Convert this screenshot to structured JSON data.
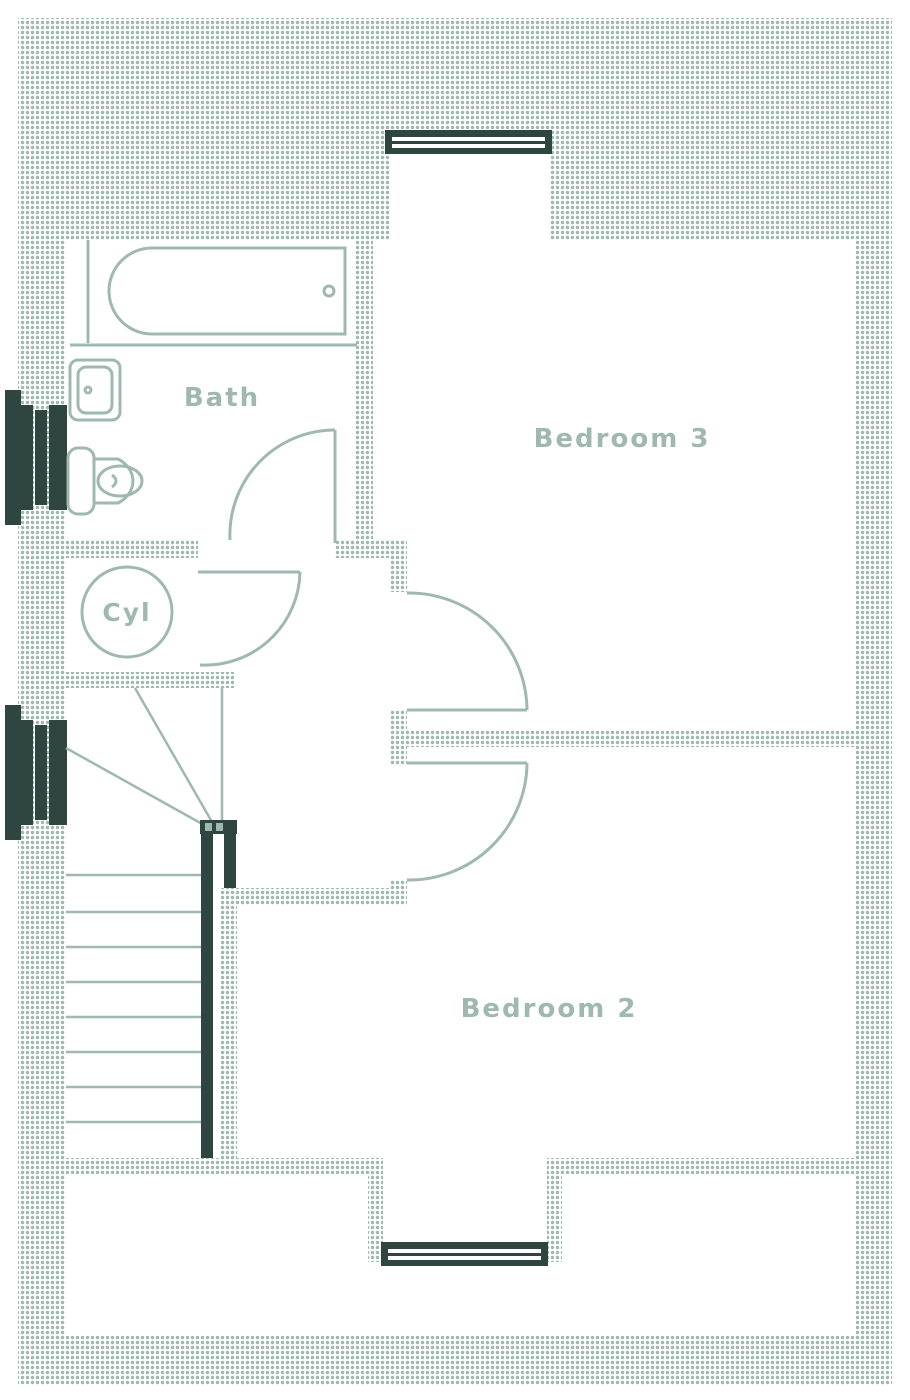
{
  "rooms": {
    "bath": "Bath",
    "bedroom3": "Bedroom 3",
    "bedroom2": "Bedroom 2",
    "cylinder": "Cyl"
  },
  "colors": {
    "wall_fill": "#9fb8b0",
    "line": "#9fb8b0",
    "dark": "#2f4540",
    "label": "#9fb8b0",
    "background": "#ffffff"
  }
}
